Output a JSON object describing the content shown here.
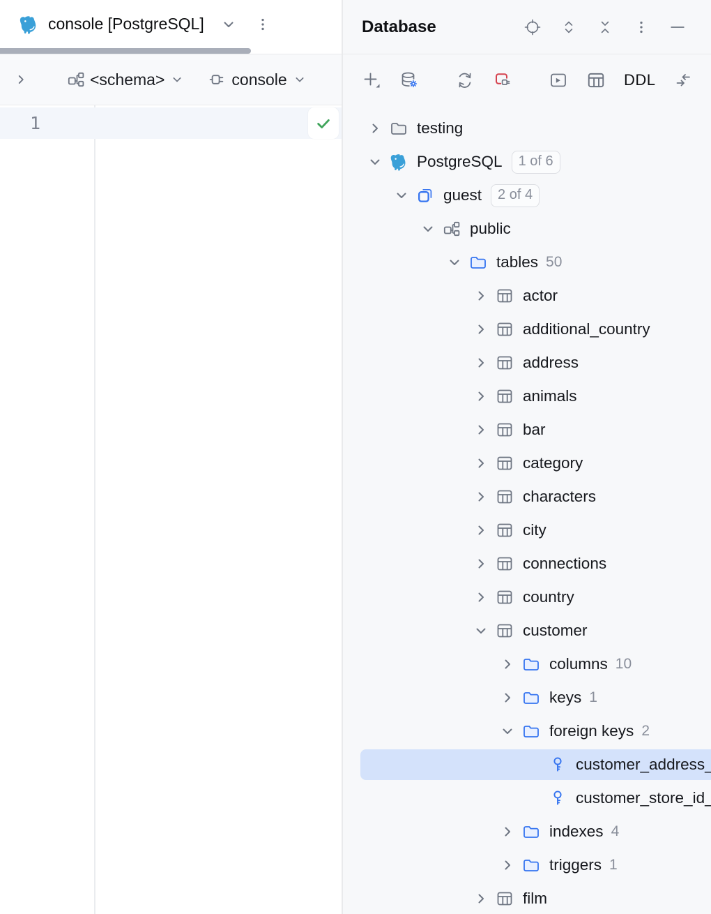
{
  "editor": {
    "tab": {
      "title": "console [PostgreSQL]"
    },
    "toolbar": {
      "schema_label": "<schema>",
      "console_label": "console"
    },
    "gutter_line_number": "1"
  },
  "database_panel": {
    "title": "Database",
    "header_icons": [
      "locate-icon",
      "expand-all-icon",
      "collapse-all-icon",
      "more-options-icon",
      "hide-icon"
    ],
    "toolbar": {
      "ddl_label": "DDL",
      "icons": [
        "new-data-source-icon",
        "data-source-properties-icon",
        "refresh-icon",
        "disconnect-icon",
        "jump-to-query-console-icon",
        "table-view-icon",
        "jump-arrows-icon",
        "more-icon"
      ]
    },
    "tree": [
      {
        "label": "testing",
        "icon": "folder-gray",
        "level": 0,
        "chevron": "right"
      },
      {
        "label": "PostgreSQL",
        "badge": "1 of 6",
        "icon": "postgres",
        "level": 0,
        "chevron": "down"
      },
      {
        "label": "guest",
        "badge": "2 of 4",
        "icon": "database",
        "level": 1,
        "chevron": "down"
      },
      {
        "label": "public",
        "icon": "schema",
        "level": 2,
        "chevron": "down"
      },
      {
        "label": "tables",
        "count": "50",
        "icon": "folder-blue",
        "level": 3,
        "chevron": "down"
      },
      {
        "label": "actor",
        "icon": "table",
        "level": 4,
        "chevron": "right"
      },
      {
        "label": "additional_country",
        "icon": "table",
        "level": 4,
        "chevron": "right"
      },
      {
        "label": "address",
        "icon": "table",
        "level": 4,
        "chevron": "right"
      },
      {
        "label": "animals",
        "icon": "table",
        "level": 4,
        "chevron": "right"
      },
      {
        "label": "bar",
        "icon": "table",
        "level": 4,
        "chevron": "right"
      },
      {
        "label": "category",
        "icon": "table",
        "level": 4,
        "chevron": "right"
      },
      {
        "label": "characters",
        "icon": "table",
        "level": 4,
        "chevron": "right"
      },
      {
        "label": "city",
        "icon": "table",
        "level": 4,
        "chevron": "right"
      },
      {
        "label": "connections",
        "icon": "table",
        "level": 4,
        "chevron": "right"
      },
      {
        "label": "country",
        "icon": "table",
        "level": 4,
        "chevron": "right"
      },
      {
        "label": "customer",
        "icon": "table",
        "level": 4,
        "chevron": "down"
      },
      {
        "label": "columns",
        "count": "10",
        "icon": "folder-blue",
        "level": 5,
        "chevron": "right"
      },
      {
        "label": "keys",
        "count": "1",
        "icon": "folder-blue",
        "level": 5,
        "chevron": "right"
      },
      {
        "label": "foreign keys",
        "count": "2",
        "icon": "folder-blue",
        "level": 5,
        "chevron": "down"
      },
      {
        "label": "customer_address_id_fkey",
        "icon": "key",
        "level": 6,
        "selected": true
      },
      {
        "label": "customer_store_id_fkey",
        "icon": "key",
        "level": 6
      },
      {
        "label": "indexes",
        "count": "4",
        "icon": "folder-blue",
        "level": 5,
        "chevron": "right"
      },
      {
        "label": "triggers",
        "count": "1",
        "icon": "folder-blue",
        "level": 5,
        "chevron": "right"
      },
      {
        "label": "film",
        "icon": "table",
        "level": 4,
        "chevron": "right"
      }
    ]
  },
  "colors": {
    "accent_blue": "#3574f0",
    "selection_blue": "#d4e2fb",
    "postgres_blue": "#3aa0d8",
    "icon_gray": "#6e7582",
    "badge_gray": "#8a8f9b",
    "disconnect_red": "#d5424e",
    "check_green": "#3fa45a",
    "panel_bg": "#f7f8fa",
    "current_line_bg": "#f3f6fb"
  }
}
